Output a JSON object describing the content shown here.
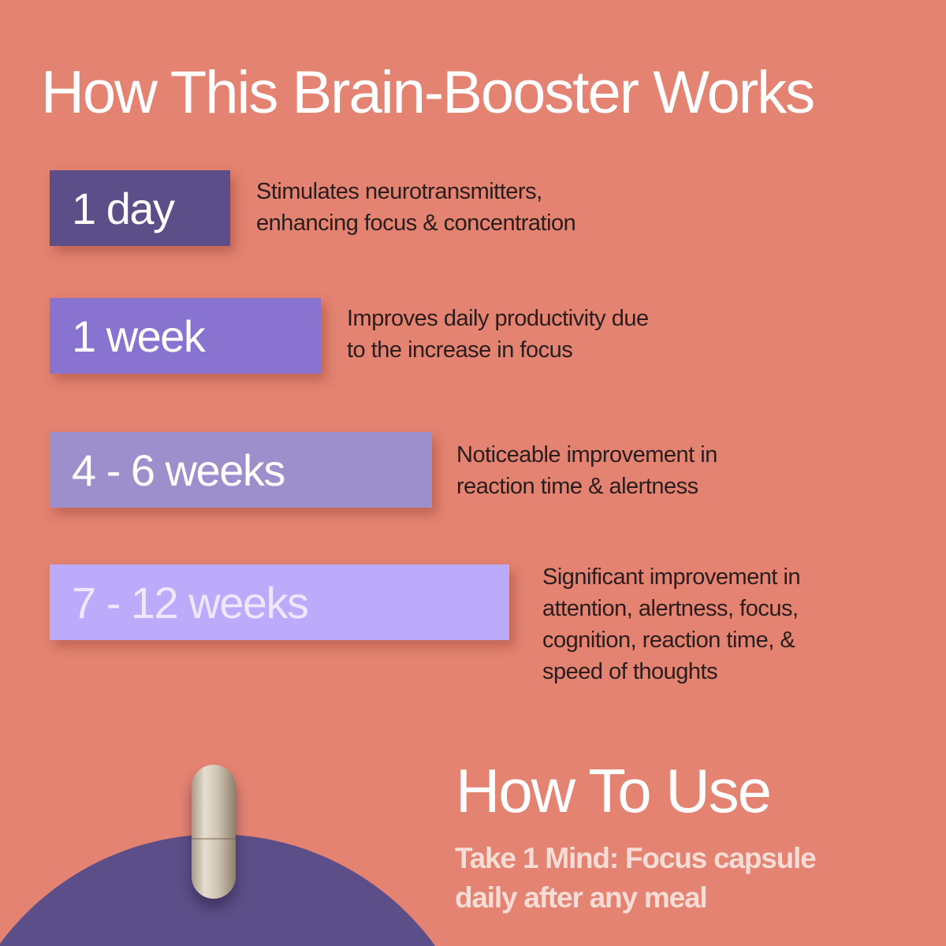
{
  "title": "How This Brain-Booster Works",
  "timeline": [
    {
      "label": "1 day",
      "color": "#5c4f89",
      "text_color": "#ffffff",
      "description": [
        "Stimulates neurotransmitters,",
        "enhancing focus & concentration"
      ]
    },
    {
      "label": "1 week",
      "color": "#8874d0",
      "text_color": "#ffffff",
      "description": [
        "Improves daily productivity due",
        "to the increase in focus"
      ]
    },
    {
      "label": "4 - 6 weeks",
      "color": "#9d8fcb",
      "text_color": "#ffffff",
      "description": [
        "Noticeable improvement in",
        "reaction time & alertness"
      ]
    },
    {
      "label": "7 - 12 weeks",
      "color": "#bcaafb",
      "text_color": "#ede8ff",
      "description": [
        "Significant improvement in",
        "attention, alertness, focus,",
        "cognition, reaction time, &",
        "speed of thoughts"
      ]
    }
  ],
  "how_to_use": {
    "title": "How To Use",
    "instructions": [
      "Take 1 Mind: Focus capsule",
      "daily after any meal"
    ]
  }
}
